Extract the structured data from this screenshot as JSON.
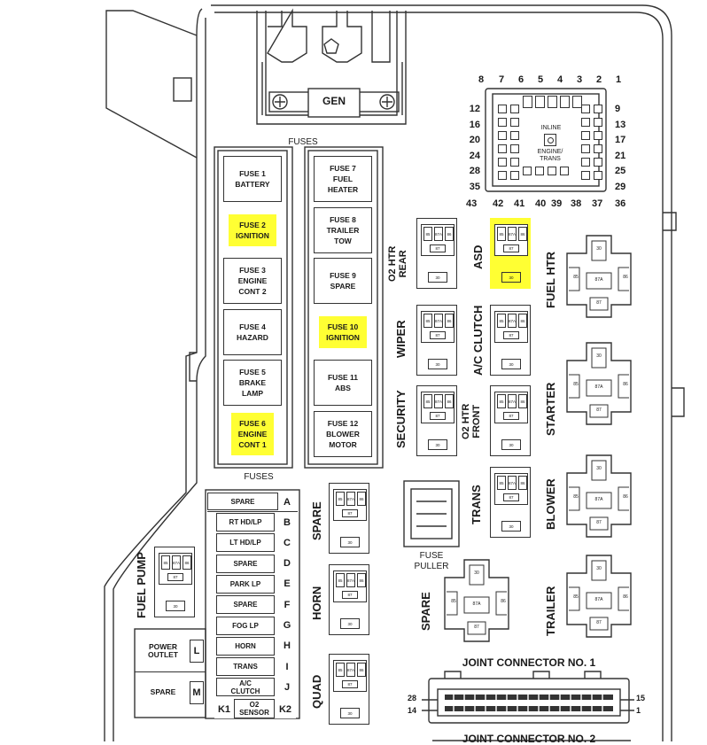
{
  "header": {
    "gen_label": "GEN",
    "fuses_label_top": "FUSES",
    "fuses_label_bottom": "FUSES"
  },
  "fuses_left": [
    {
      "label": "FUSE 1\nBATTERY",
      "highlight": false
    },
    {
      "label": "FUSE 2\nIGNITION",
      "highlight": true
    },
    {
      "label": "FUSE 3\nENGINE\nCONT 2",
      "highlight": false
    },
    {
      "label": "FUSE 4\nHAZARD",
      "highlight": false
    },
    {
      "label": "FUSE 5\nBRAKE\nLAMP",
      "highlight": false
    },
    {
      "label": "FUSE 6\nENGINE\nCONT 1",
      "highlight": true
    }
  ],
  "fuses_right": [
    {
      "label": "FUSE 7\nFUEL\nHEATER",
      "highlight": false
    },
    {
      "label": "FUSE 8\nTRAILER\nTOW",
      "highlight": false
    },
    {
      "label": "FUSE 9\nSPARE",
      "highlight": false
    },
    {
      "label": "FUSE 10\nIGNITION",
      "highlight": true
    },
    {
      "label": "FUSE 11\nABS",
      "highlight": false
    },
    {
      "label": "FUSE 12\nBLOWER\nMOTOR",
      "highlight": false
    }
  ],
  "mini_fuses": [
    {
      "label": "SPARE",
      "letter": "A"
    },
    {
      "label": "RT HD/LP",
      "letter": "B"
    },
    {
      "label": "LT HD/LP",
      "letter": "C"
    },
    {
      "label": "SPARE",
      "letter": "D"
    },
    {
      "label": "PARK LP",
      "letter": "E"
    },
    {
      "label": "SPARE",
      "letter": "F"
    },
    {
      "label": "FOG LP",
      "letter": "G"
    },
    {
      "label": "HORN",
      "letter": "H"
    },
    {
      "label": "TRANS",
      "letter": "I"
    },
    {
      "label": "A/C\nCLUTCH",
      "letter": "J"
    }
  ],
  "cartridge": [
    {
      "label": "POWER\nOUTLET",
      "letter": "L"
    },
    {
      "label": "SPARE",
      "letter": "M"
    }
  ],
  "bottom_row": {
    "k1": "K1",
    "o2": "O2\nSENSOR",
    "k2": "K2"
  },
  "inline": {
    "top_numbers": [
      "8",
      "7",
      "6",
      "5",
      "4",
      "3",
      "2",
      "1"
    ],
    "left_numbers": [
      "12",
      "16",
      "20",
      "24",
      "28",
      "35"
    ],
    "right_numbers": [
      "9",
      "13",
      "17",
      "21",
      "25",
      "29"
    ],
    "bottom_numbers": [
      "43",
      "42",
      "41",
      "40",
      "39",
      "38",
      "37",
      "36"
    ],
    "inline_label": "INLINE",
    "engine_label": "ENGINE/\nTRANS"
  },
  "mini_relays": [
    {
      "name": "O2 HTR\nREAR",
      "highlight": false
    },
    {
      "name": "ASD",
      "highlight": true
    },
    {
      "name": "WIPER",
      "highlight": false
    },
    {
      "name": "A/C CLUTCH",
      "highlight": false
    },
    {
      "name": "SECURITY",
      "highlight": false
    },
    {
      "name": "O2 HTR\nFRONT",
      "highlight": false
    },
    {
      "name": "TRANS",
      "highlight": false
    },
    {
      "name": "SPARE",
      "highlight": false
    },
    {
      "name": "HORN",
      "highlight": false
    },
    {
      "name": "QUAD",
      "highlight": false
    },
    {
      "name": "FUEL PUMP",
      "highlight": false
    }
  ],
  "large_relays": [
    {
      "name": "FUEL HTR"
    },
    {
      "name": "STARTER"
    },
    {
      "name": "BLOWER"
    },
    {
      "name": "TRAILER"
    },
    {
      "name": "SPARE"
    }
  ],
  "pins_mini": {
    "p85": "85",
    "p87a": "87A",
    "p86": "86",
    "p87": "87",
    "p30": "30"
  },
  "pins_large": {
    "p30": "30",
    "p85": "85",
    "p87a": "87A",
    "p86": "86",
    "p87": "87"
  },
  "fuse_puller": "FUSE\nPULLER",
  "joint1": {
    "title": "JOINT CONNECTOR NO. 1",
    "n28": "28",
    "n15": "15",
    "n14": "14",
    "n1": "1"
  },
  "joint2": {
    "title": "JOINT CONNECTOR NO. 2"
  },
  "colors": {
    "highlight": "#ffff33",
    "line": "#333333"
  }
}
